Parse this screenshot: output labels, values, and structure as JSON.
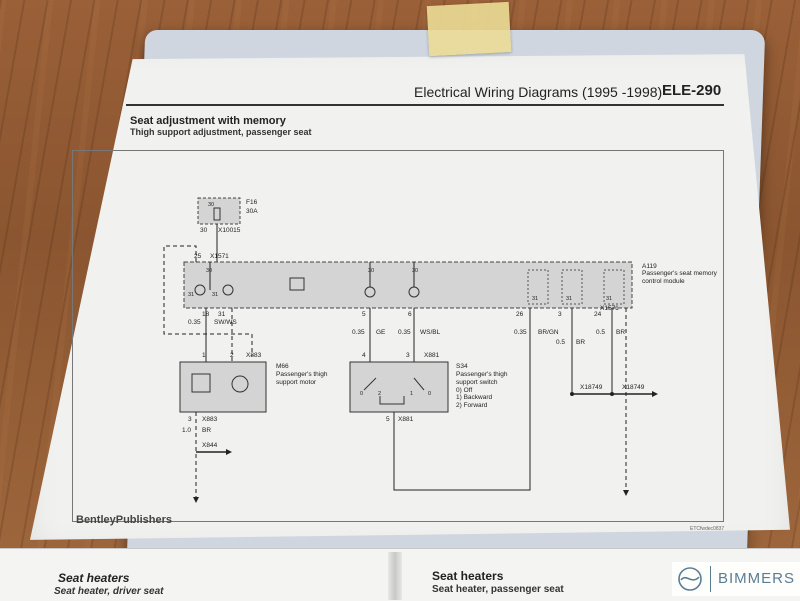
{
  "page": {
    "header_title": "Electrical Wiring Diagrams (1995 -1998)",
    "header_code": "ELE-290",
    "section_title": "Seat adjustment with memory",
    "section_subtitle": "Thigh support adjustment, passenger seat",
    "footer_publisher": "BentleyPublishers",
    "footer_code": "ETCfwdec0837"
  },
  "diagram": {
    "fuse": {
      "label": "F16",
      "rating": "30A",
      "value": "30",
      "pin": "30",
      "connector": "X10015"
    },
    "module": {
      "id": "A119",
      "name": "Passenger's seat memory control module",
      "connector_top": "X1571",
      "pin_top": "25",
      "connector_right": "X1571"
    },
    "module_pins_top": [
      "30",
      "30",
      "30"
    ],
    "module_pins_left": [
      "31",
      "31"
    ],
    "module_pins_right": [
      "31",
      "31",
      "31"
    ],
    "module_pins_bottom": [
      "18",
      "31",
      "5",
      "6",
      "26",
      "3",
      "24"
    ],
    "wires": [
      {
        "gauge": "0.35",
        "color": "SW/WS"
      },
      {
        "gauge": "0.35",
        "color": "GE"
      },
      {
        "gauge": "0.35",
        "color": "WS/BL"
      },
      {
        "gauge": "0.35",
        "color": "BR/GN"
      },
      {
        "gauge": "0.5",
        "color": "BR"
      },
      {
        "gauge": "0.5",
        "color": "BR"
      }
    ],
    "motor": {
      "id": "M66",
      "name": "Passenger's thigh support motor",
      "connector": "X883",
      "pins": [
        "1",
        "2"
      ],
      "pin_bottom": "3",
      "connector_bottom": "X883",
      "ground_gauge": "1.0",
      "ground_color": "BR",
      "ground_connector": "X844"
    },
    "switch": {
      "id": "S34",
      "name": "Passenger's thigh support switch",
      "connector": "X881",
      "pins": [
        "4",
        "3"
      ],
      "positions": [
        "0) Off",
        "1) Backward",
        "2) Forward"
      ],
      "contacts": [
        "0",
        "2",
        "1",
        "0"
      ],
      "pin_bottom": "5",
      "connector_bottom": "X881"
    },
    "splices": [
      "X18749",
      "X18749"
    ]
  },
  "next_page": {
    "left_title": "Seat heaters",
    "left_subtitle": "Seat heater, driver seat",
    "right_title": "Seat heaters",
    "right_subtitle": "Seat heater, passenger seat"
  },
  "watermark": {
    "text": "BIMMERS"
  },
  "colors": {
    "page": "#f1f2f0",
    "module_fill": "#d4d4d4",
    "wood": "#8a5a36",
    "watermark": "#5a7d94"
  }
}
